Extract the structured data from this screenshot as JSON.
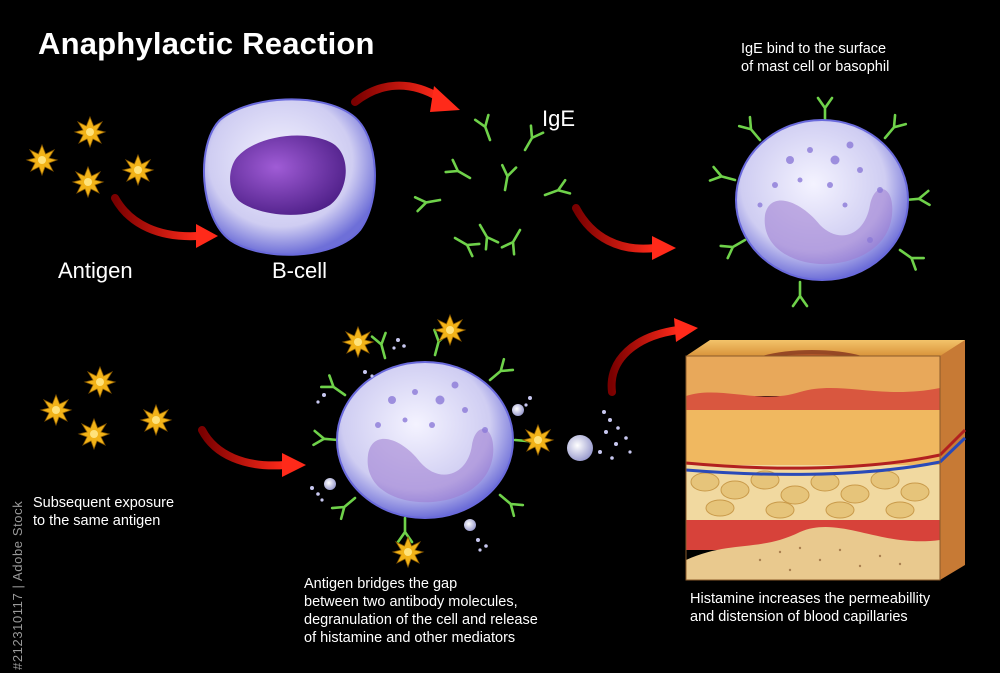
{
  "title": "Anaphylactic Reaction",
  "labels": {
    "antigen": "Antigen",
    "bcell": "B-cell",
    "ige": "IgE",
    "ige_bind_line1": "IgE bind to the surface",
    "ige_bind_line2": "of mast cell or basophil",
    "subsequent_line1": "Subsequent exposure",
    "subsequent_line2": "to the same antigen",
    "bridge_line1": "Antigen bridges the gap",
    "bridge_line2": "between two antibody molecules,",
    "bridge_line3": "degranulation of the cell and release",
    "bridge_line4": "of histamine and other mediators",
    "histamine_line1": "Histamine increases the permeabillity",
    "histamine_line2": "and distension of blood capillaries"
  },
  "watermark": {
    "stock_id": "#212310117 | Adobe Stock",
    "text": "Adobe Stock"
  },
  "colors": {
    "background": "#000000",
    "antigen_star": "#f2b318",
    "arrow": "#e01010",
    "antibody": "#6fd24a",
    "nucleus": "#6a2ca0",
    "cell_body": "#d7d6f4"
  }
}
